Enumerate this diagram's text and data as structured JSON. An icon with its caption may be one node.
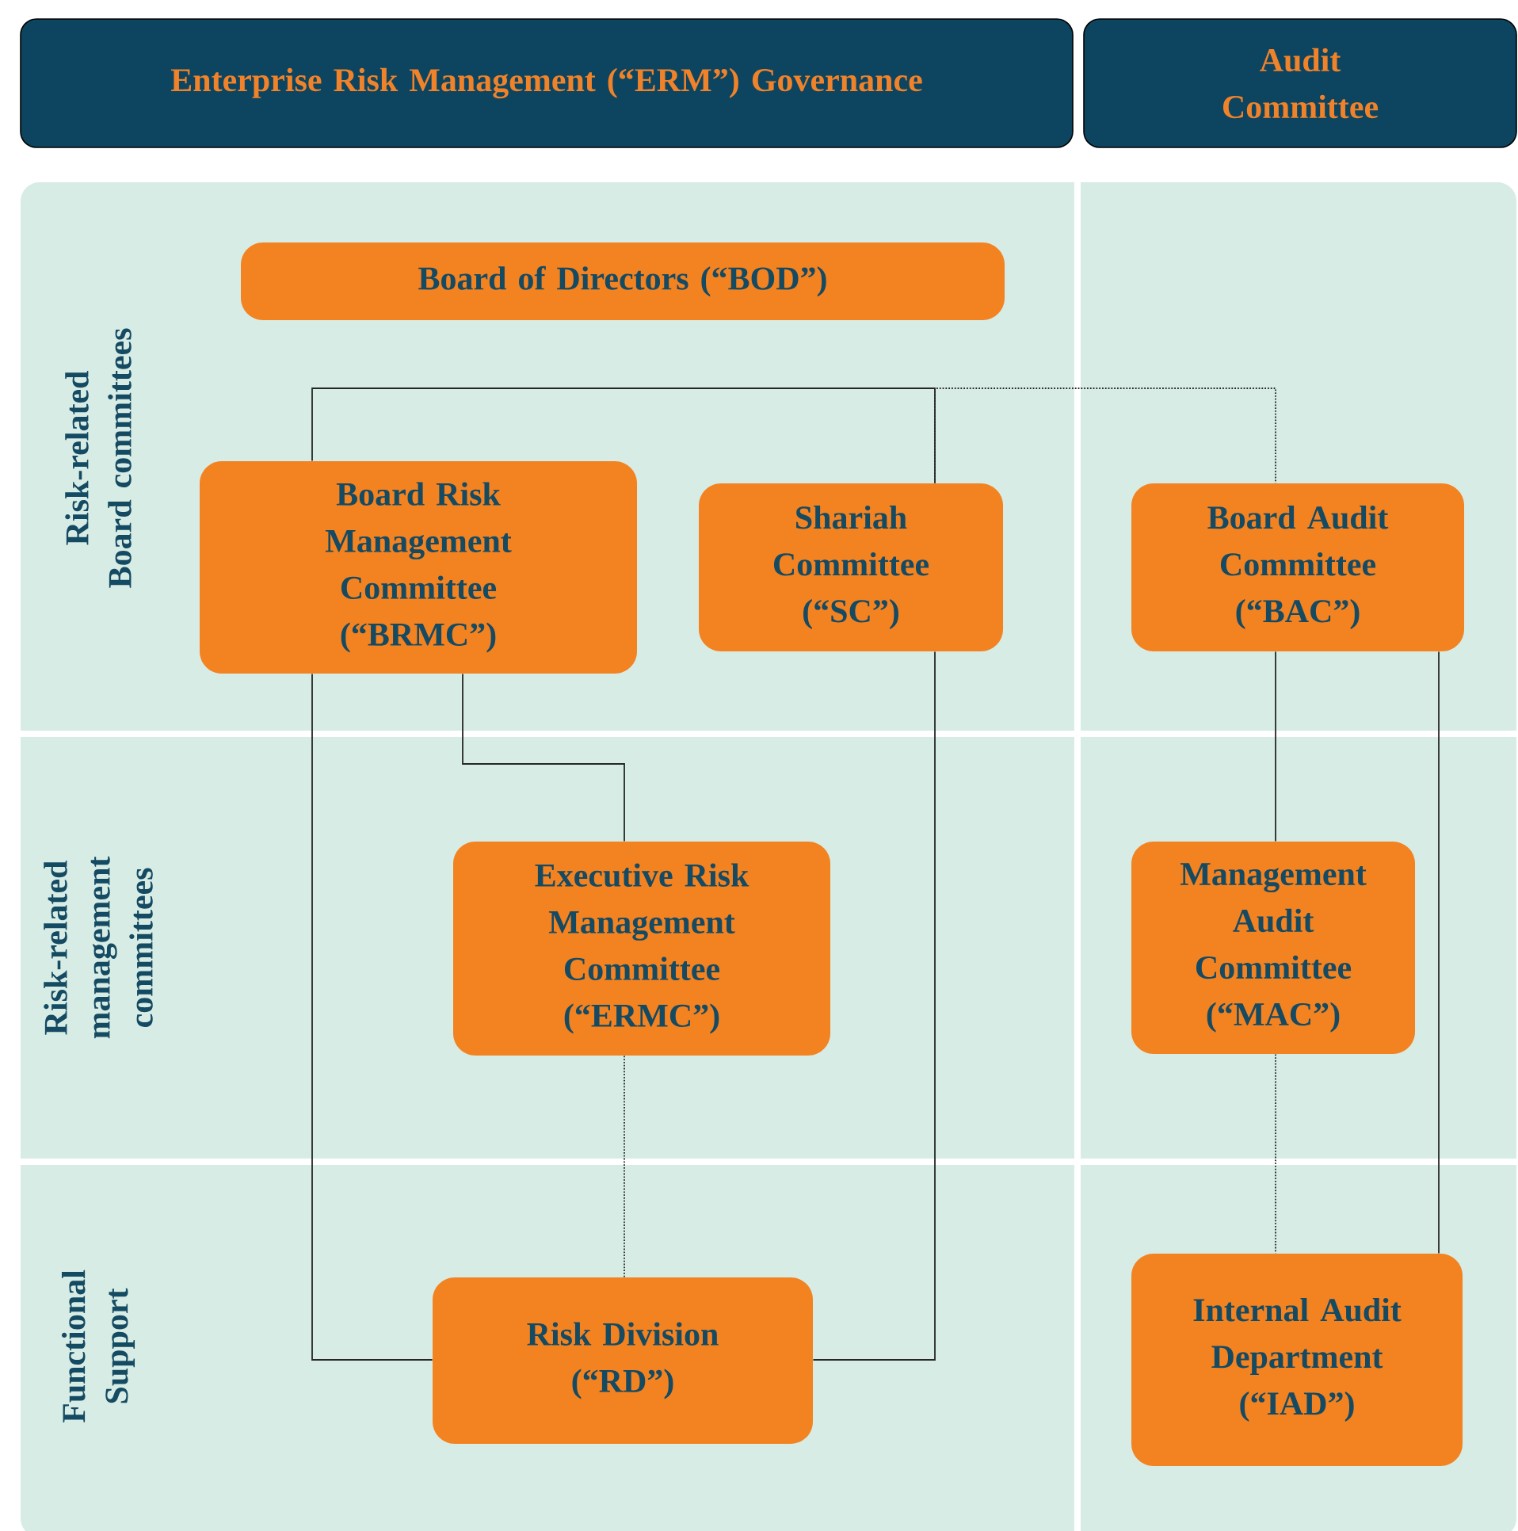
{
  "diagram": {
    "nodes": [
      {
        "text": [
          "Enterprise Risk Management (“ERM”) Governance"
        ]
      },
      {
        "text": [
          "Audit Committee"
        ]
      },
      {
        "text": [
          "Board of Directors (“BOD”)"
        ]
      },
      {
        "text": [
          "Board Risk Management Committee (“BRMC”)"
        ]
      },
      {
        "text": [
          "Shariah Committee (“SC”)"
        ]
      },
      {
        "text": [
          "Board Audit Committee (“BAC”)"
        ]
      },
      {
        "text": [
          "Executive Risk Management Committee (“ERMC”)"
        ]
      },
      {
        "text": [
          "Management Audit Committee (“MAC”)"
        ]
      },
      {
        "text": [
          "Risk Division (“RD”)"
        ]
      },
      {
        "text": [
          "Internal Audit Department (“IAD”)"
        ]
      }
    ],
    "edges": [
      {
        "from": 4,
        "to": 5,
        "arrow": "none",
        "style": "dashed"
      },
      {
        "from": 3,
        "to": 4,
        "arrow": "none"
      },
      {
        "from": 3,
        "to": 6,
        "arrow": "none"
      },
      {
        "from": 3,
        "to": 8,
        "arrow": "none"
      },
      {
        "from": 4,
        "to": 8,
        "arrow": "none"
      },
      {
        "from": 6,
        "to": 8,
        "arrow": "none",
        "style": "dashed"
      },
      {
        "from": 5,
        "to": 7,
        "arrow": "none"
      },
      {
        "from": 7,
        "to": 9,
        "arrow": "none",
        "style": "dashed"
      },
      {
        "from": 5,
        "to": 9,
        "arrow": "none"
      }
    ],
    "labels": [
      "Risk-related Board committees",
      "Risk-related management committees",
      "Functional Support"
    ]
  }
}
